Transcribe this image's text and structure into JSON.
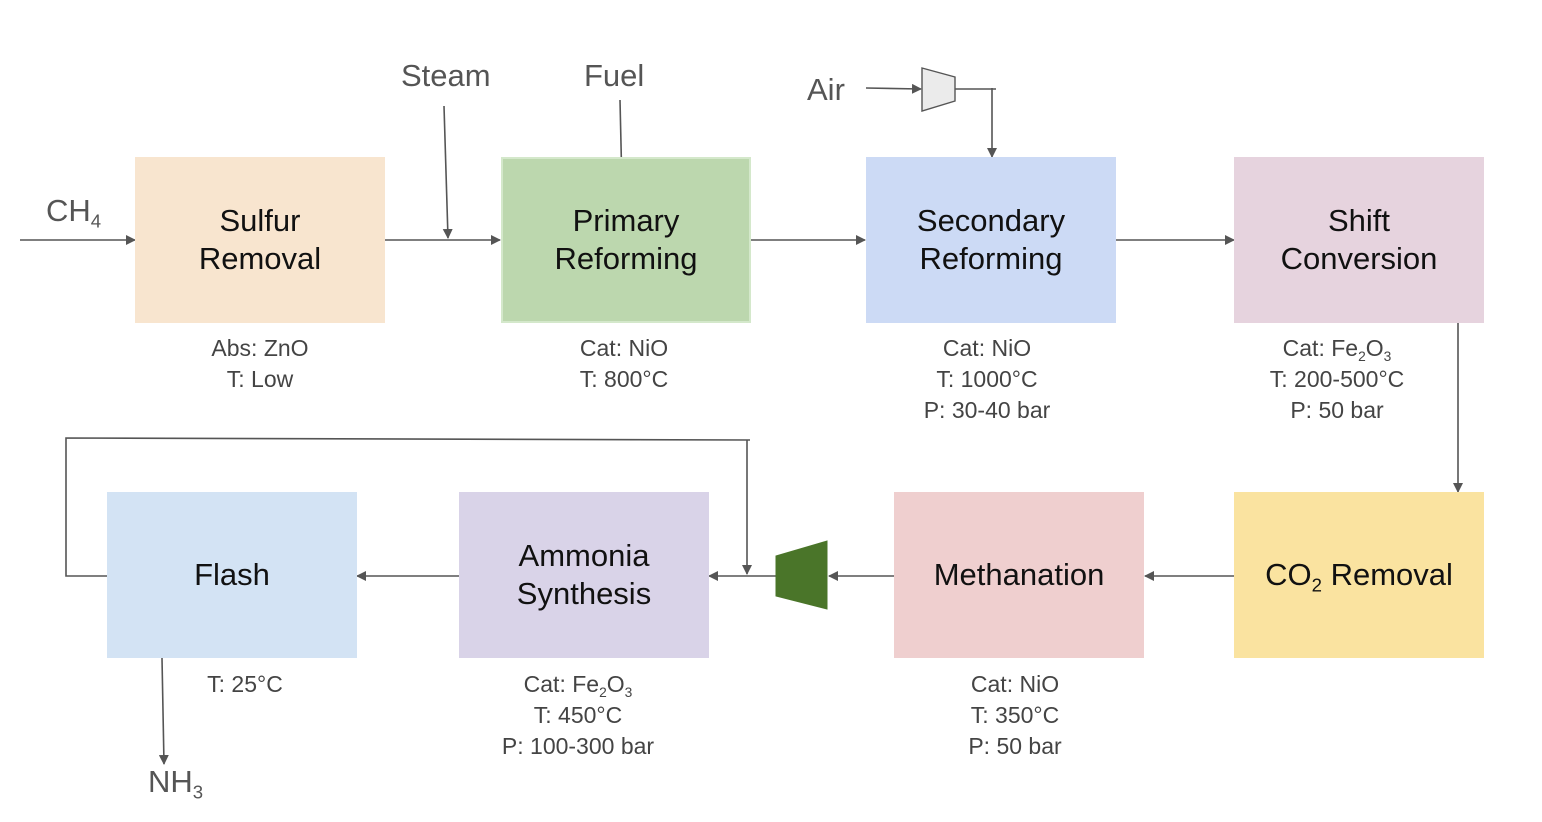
{
  "streams": {
    "ch4": {
      "main": "CH",
      "sub": "4"
    },
    "steam": "Steam",
    "fuel": "Fuel",
    "air": "Air",
    "nh3": {
      "main": "NH",
      "sub": "3"
    }
  },
  "units": {
    "sulfur_removal": {
      "line1": "Sulfur",
      "line2": "Removal",
      "color": "#f8e5cf",
      "notes": {
        "line1": "Abs: ZnO",
        "line2": "T: Low"
      }
    },
    "primary_reforming": {
      "line1": "Primary",
      "line2": "Reforming",
      "color": "#bcd7ae",
      "notes": {
        "line1": "Cat: NiO",
        "line2": "T: 800°C"
      }
    },
    "secondary_reforming": {
      "line1": "Secondary",
      "line2": "Reforming",
      "color": "#ccdaf5",
      "notes": {
        "line1": "Cat: NiO",
        "line2": "T: 1000°C",
        "line3": "P: 30-40 bar"
      }
    },
    "shift_conversion": {
      "line1": "Shift",
      "line2": "Conversion",
      "color": "#e6d3de",
      "notes": {
        "cat_prefix": "Cat: Fe",
        "cat_sub1": "2",
        "cat_o": "O",
        "cat_sub2": "3",
        "line2": "T: 200-500°C",
        "line3": "P: 50 bar"
      }
    },
    "co2_removal": {
      "prefix": "CO",
      "sub": "2",
      "suffix": " Removal",
      "color": "#fae3a0"
    },
    "methanation": {
      "line1": "Methanation",
      "color": "#efcfcf",
      "notes": {
        "line1": "Cat: NiO",
        "line2": "T: 350°C",
        "line3": "P: 50 bar"
      }
    },
    "ammonia_synthesis": {
      "line1": "Ammonia",
      "line2": "Synthesis",
      "color": "#d9d3e8",
      "notes": {
        "cat_prefix": "Cat: Fe",
        "cat_sub1": "2",
        "cat_o": "O",
        "cat_sub2": "3",
        "line2": "T: 450°C",
        "line3": "P: 100-300 bar"
      }
    },
    "flash": {
      "line1": "Flash",
      "color": "#d3e3f4",
      "notes": {
        "line1": "T: 25°C"
      }
    }
  },
  "equipment": {
    "air_compressor": {
      "fill": "#ebebeb",
      "stroke": "#555555"
    },
    "syngas_compressor": {
      "fill": "#4a7529",
      "stroke": "#4a7529"
    }
  }
}
